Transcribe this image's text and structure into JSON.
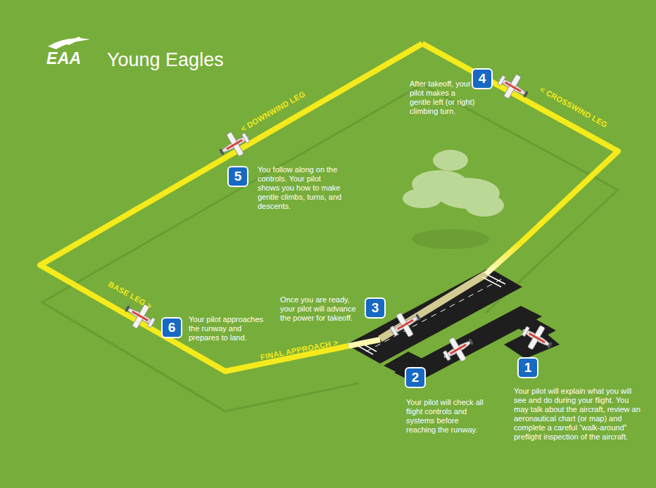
{
  "diagram": {
    "title": "Young Eagles",
    "nodes": [
      {
        "text": [
          "1",
          "Your pilot will explain what you will see and do during your flight. You may talk about the aircraft, review an aeronautical chart (or map) and complete a careful “walk-around” preflight inspection of the aircraft."
        ]
      },
      {
        "text": [
          "2",
          "Your pilot will check all flight controls and systems before reaching the runway."
        ]
      },
      {
        "text": [
          "3",
          "Once you are ready, your pilot will advance the power for takeoff."
        ]
      },
      {
        "text": [
          "4",
          "After takeoff, your pilot makes a gentle left (or right) climbing turn."
        ]
      },
      {
        "text": [
          "5",
          "You follow along on the controls. Your pilot shows you how to make gentle climbs, turns, and descents."
        ]
      },
      {
        "text": [
          "6",
          "Your pilot approaches the runway and prepares to land."
        ]
      }
    ],
    "labels": [
      "EAA",
      "< DOWNWIND LEG",
      "< CROSSWIND LEG",
      "BASE LEG >",
      "FINAL APPROACH >"
    ]
  }
}
